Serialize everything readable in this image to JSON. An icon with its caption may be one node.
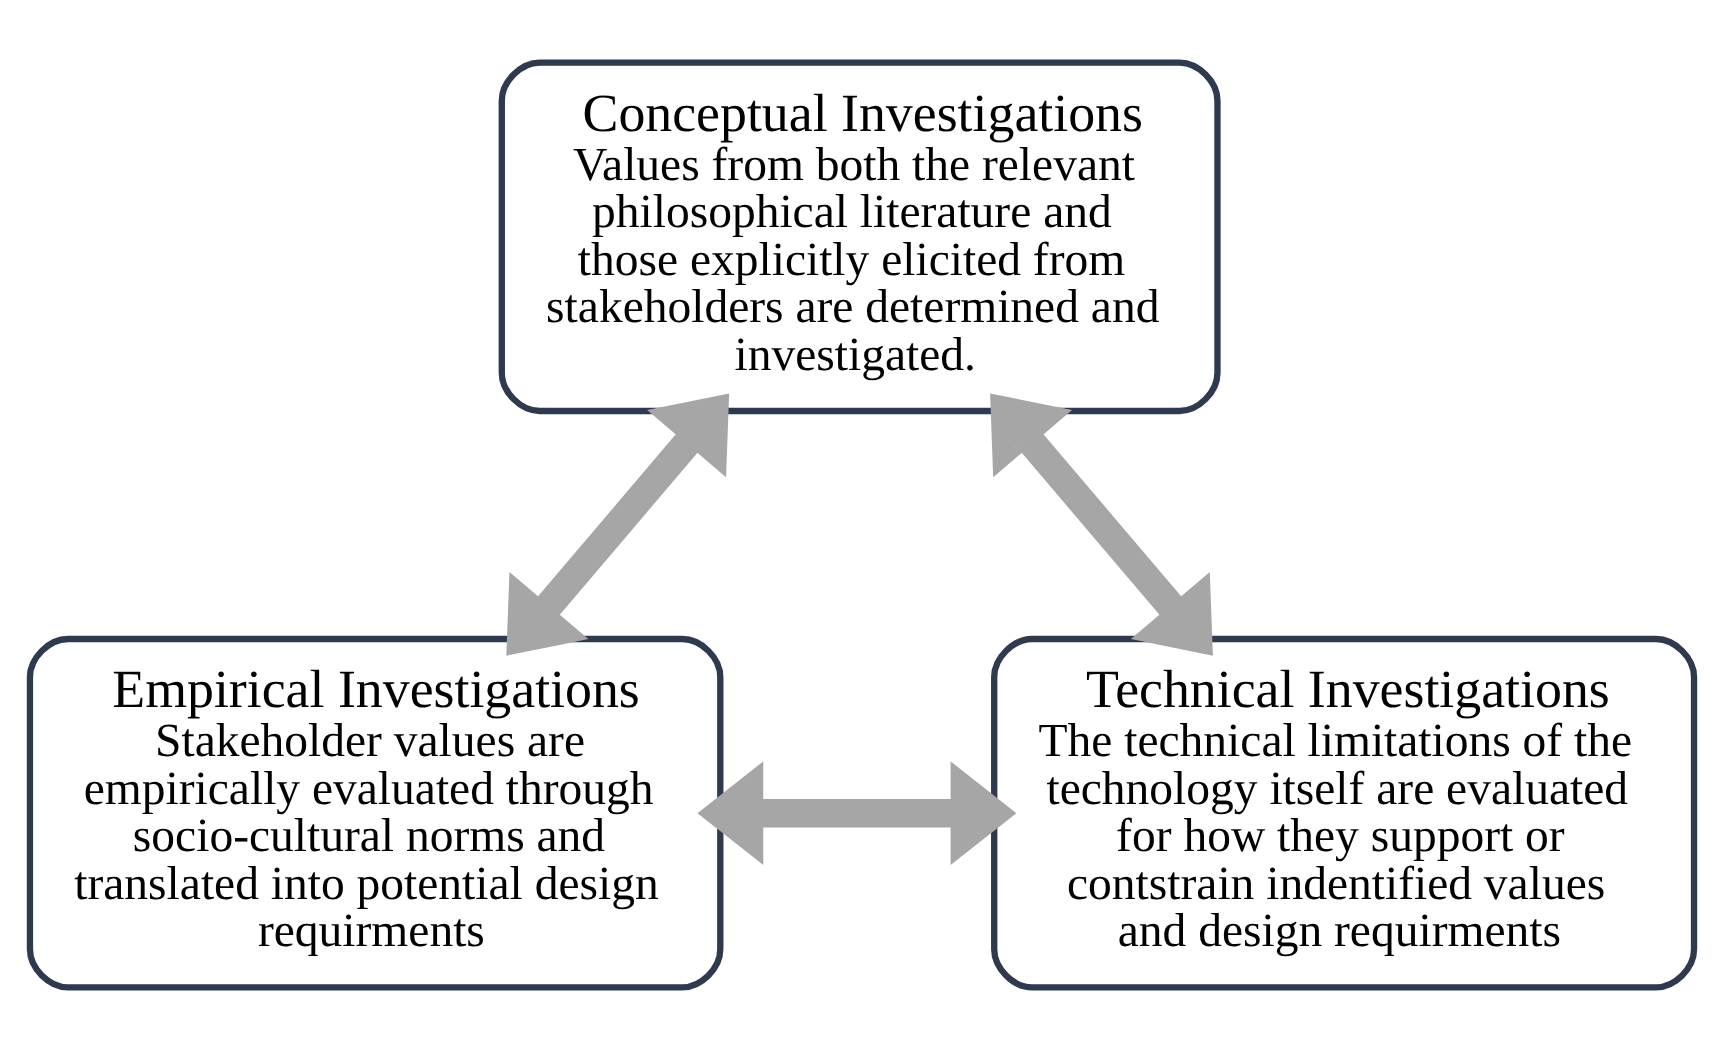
{
  "diagram": {
    "nodes": [
      {
        "text": [
          "Conceptual Investigations",
          "Values from both the relevant philosophical literature and those explicitly elicited from stakeholders are determined and investigated."
        ]
      },
      {
        "text": [
          "Empirical Investigations",
          "Stakeholder values are empirically evaluated through socio-cultural norms and translated into potential design requirments"
        ]
      },
      {
        "text": [
          "Technical Investigations",
          "The technical limitations of the technology itself are evaluated for how they support or contstrain indentified values and design requirments"
        ]
      }
    ],
    "edges": [
      {
        "from": 0,
        "to": 1,
        "arrow": "both"
      },
      {
        "from": 0,
        "to": 2,
        "arrow": "both"
      },
      {
        "from": 1,
        "to": 2,
        "arrow": "both"
      }
    ]
  }
}
